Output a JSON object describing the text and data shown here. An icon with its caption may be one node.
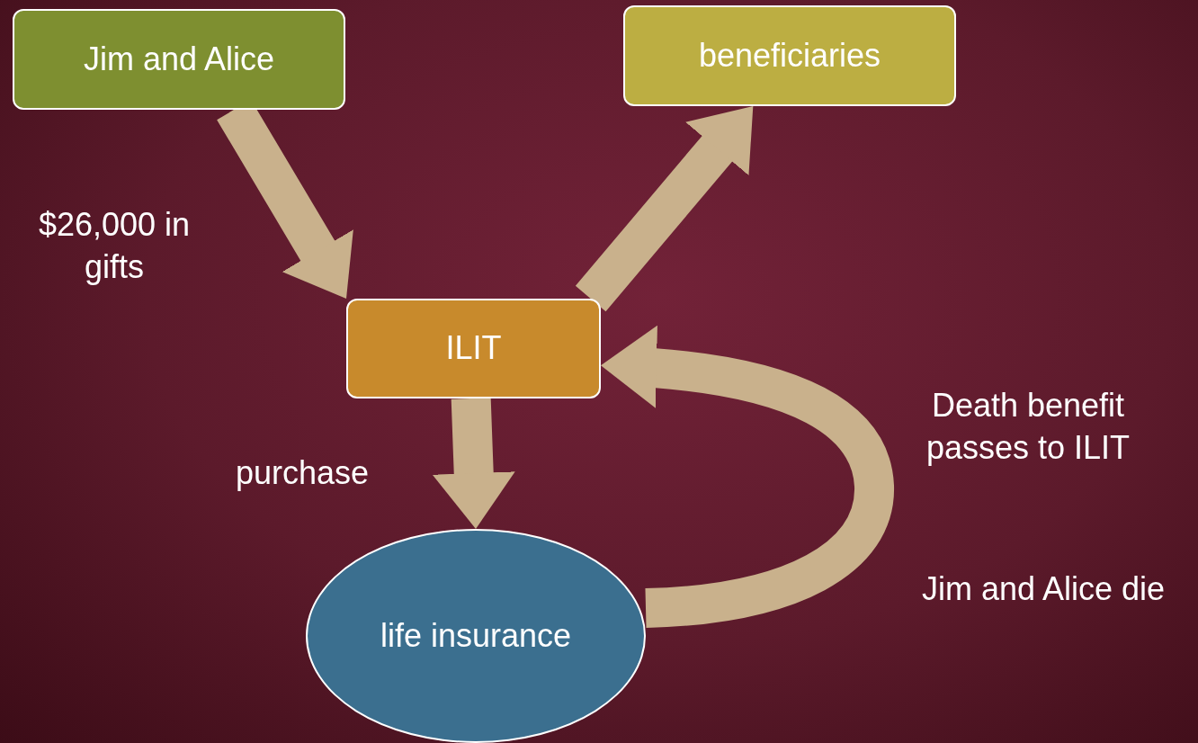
{
  "diagram": {
    "nodes": [
      {
        "text": [
          "Jim and Alice"
        ]
      },
      {
        "text": [
          "beneficiaries"
        ]
      },
      {
        "text": [
          "ILIT"
        ]
      },
      {
        "text": [
          "life insurance"
        ]
      }
    ],
    "edges": [
      {
        "from": 0,
        "to": 2,
        "arrow": "to",
        "label": "$26,000 in gifts"
      },
      {
        "from": 2,
        "to": 1,
        "arrow": "to"
      },
      {
        "from": 2,
        "to": 3,
        "arrow": "to",
        "label": "purchase"
      },
      {
        "from": 3,
        "to": 2,
        "arrow": "to",
        "label": "Death benefit passes to ILIT"
      }
    ],
    "labels": [
      "Jim and Alice die"
    ]
  }
}
